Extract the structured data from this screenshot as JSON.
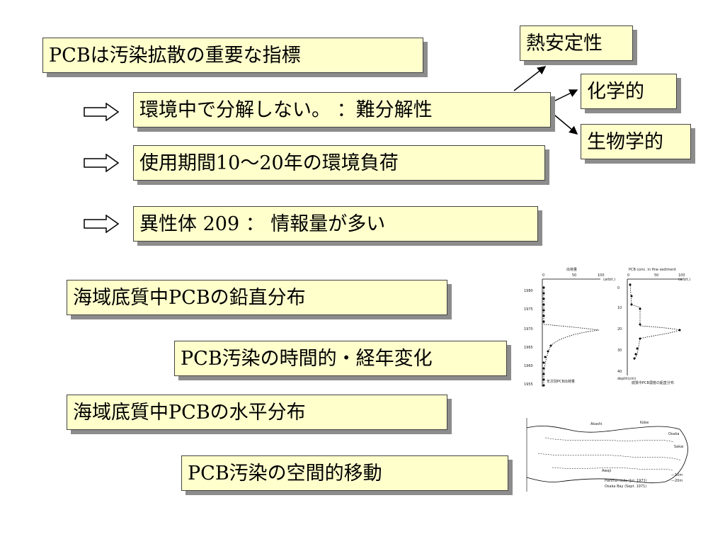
{
  "boxes": {
    "main": "PCBは汚染拡散の重要な指標",
    "decomposition": "環境中で分解しない。 ：難分解性",
    "usage": "使用期間10～20年の環境負荷",
    "isomers": "異性体 209 ： 情報量が多い",
    "thermal": "熱安定性",
    "chemical": "化学的",
    "biological": "生物学的",
    "vertical": "海域底質中PCBの鉛直分布",
    "temporal": "PCB汚染の時間的・経年変化",
    "horizontal": "海域底質中PCBの水平分布",
    "spatial": "PCB汚染の空間的移動"
  },
  "profile_figure": {
    "left_title": "出荷量",
    "right_title": "PCB conc. in fine sediment",
    "left_axis_ticks": [
      "0",
      "50",
      "100"
    ],
    "right_axis_ticks": [
      "0",
      "50",
      "100"
    ],
    "unit_label": "(arbit.)",
    "year_ticks": [
      "1980",
      "1975",
      "1970",
      "1965",
      "1960",
      "1955"
    ],
    "depth_ticks": [
      "0",
      "10",
      "20",
      "30",
      "40"
    ],
    "depth_label": "depth(cm)",
    "left_caption": "年次別PCB出荷量",
    "right_caption": "底質中PCB濃度の鉛直分布"
  },
  "map_figure": {
    "labels": [
      "Kobe",
      "Osaka",
      "Sakai",
      "Akashi",
      "Awaji"
    ],
    "legend": [
      "—10m",
      "—20m"
    ],
    "source_notes": [
      "Hanma-nada (Jul. 1971)",
      "Osaka Bay (Sept. 1971)"
    ]
  },
  "colors": {
    "box_fill": "#ffffcc",
    "shadow": "#8c8c8c"
  }
}
